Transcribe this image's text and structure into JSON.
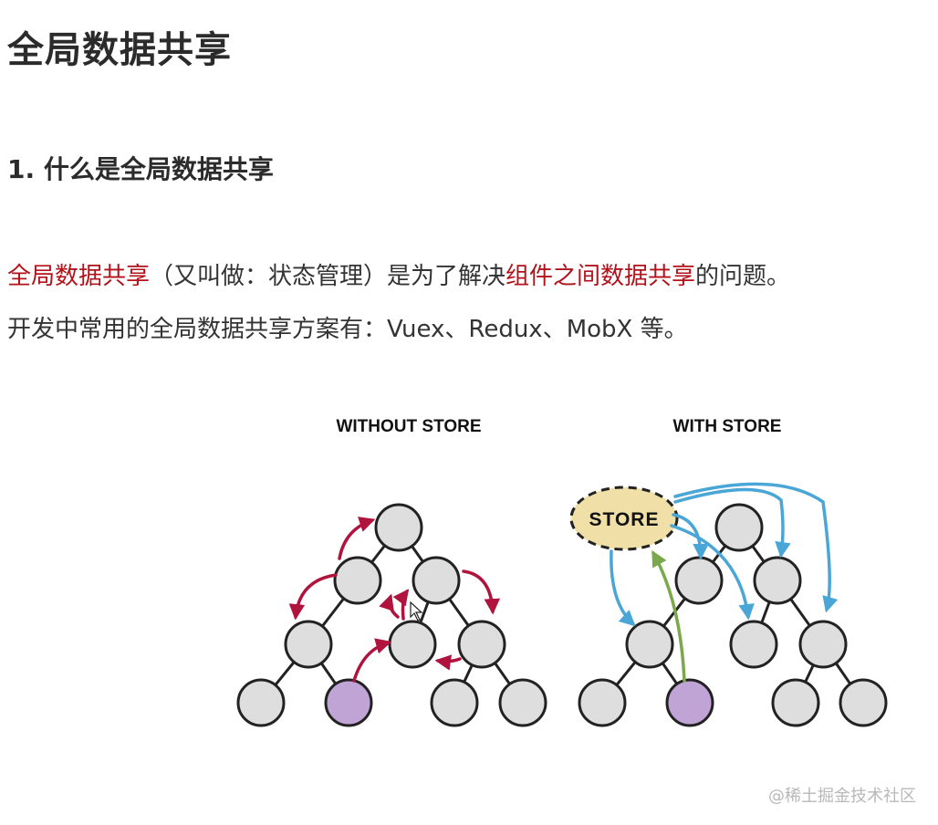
{
  "title": "全局数据共享",
  "section": {
    "heading": "1. 什么是全局数据共享"
  },
  "paragraph1": {
    "hl1": "全局数据共享",
    "t1": "（又叫做：状态管理）是为了解决",
    "hl2": "组件之间数据共享",
    "t2": "的问题。"
  },
  "paragraph2": "开发中常用的全局数据共享方案有：Vuex、Redux、MobX 等。",
  "diagram": {
    "without_label": "WITHOUT STORE",
    "with_label": "WITH STORE",
    "store_label": "STORE"
  },
  "watermark": "@稀土掘金技术社区",
  "colors": {
    "highlight": "#b3121b",
    "node_fill": "#dedede",
    "node_purple": "#c0a4d6",
    "arrow_red": "#b0143e",
    "arrow_blue": "#4aa6d6",
    "arrow_green": "#7aa84a",
    "store_fill": "#f0dfa6"
  }
}
